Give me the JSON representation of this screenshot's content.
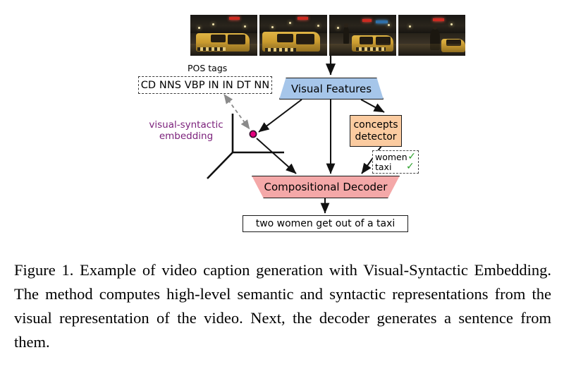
{
  "figure": {
    "pos_tags_caption": "POS tags",
    "pos_tags_value": "CD NNS VBP IN IN DT NN",
    "embedding_label": "visual-syntactic embedding",
    "visual_features_label": "Visual Features",
    "concepts_detector_label_line1": "concepts",
    "concepts_detector_label_line2": "detector",
    "detected_concepts": [
      {
        "name": "women",
        "check": "✓"
      },
      {
        "name": "taxi",
        "check": "✓"
      }
    ],
    "decoder_label": "Compositional Decoder",
    "output_sentence": "two women get out of a taxi",
    "frames": [
      {
        "alt": "night street taxi frame 1"
      },
      {
        "alt": "night street taxi frame 2"
      },
      {
        "alt": "night street taxi frame 3"
      },
      {
        "alt": "night street taxi frame 4"
      }
    ],
    "colors": {
      "visual_features_fill": "#a6c6ea",
      "concepts_detector_fill": "#fbcba0",
      "decoder_fill": "#f4a8a8",
      "embedding_text": "#7a1f7a",
      "embedding_point": "#e6007e",
      "check_green": "#2aa02a",
      "dashed_border": "#3a3a3a"
    }
  },
  "caption": {
    "text": "Figure 1. Example of video caption generation with Visual-Syntactic Embedding. The method computes high-level semantic and syntactic representations from the visual representation of the video. Next, the decoder generates a sentence from them."
  }
}
